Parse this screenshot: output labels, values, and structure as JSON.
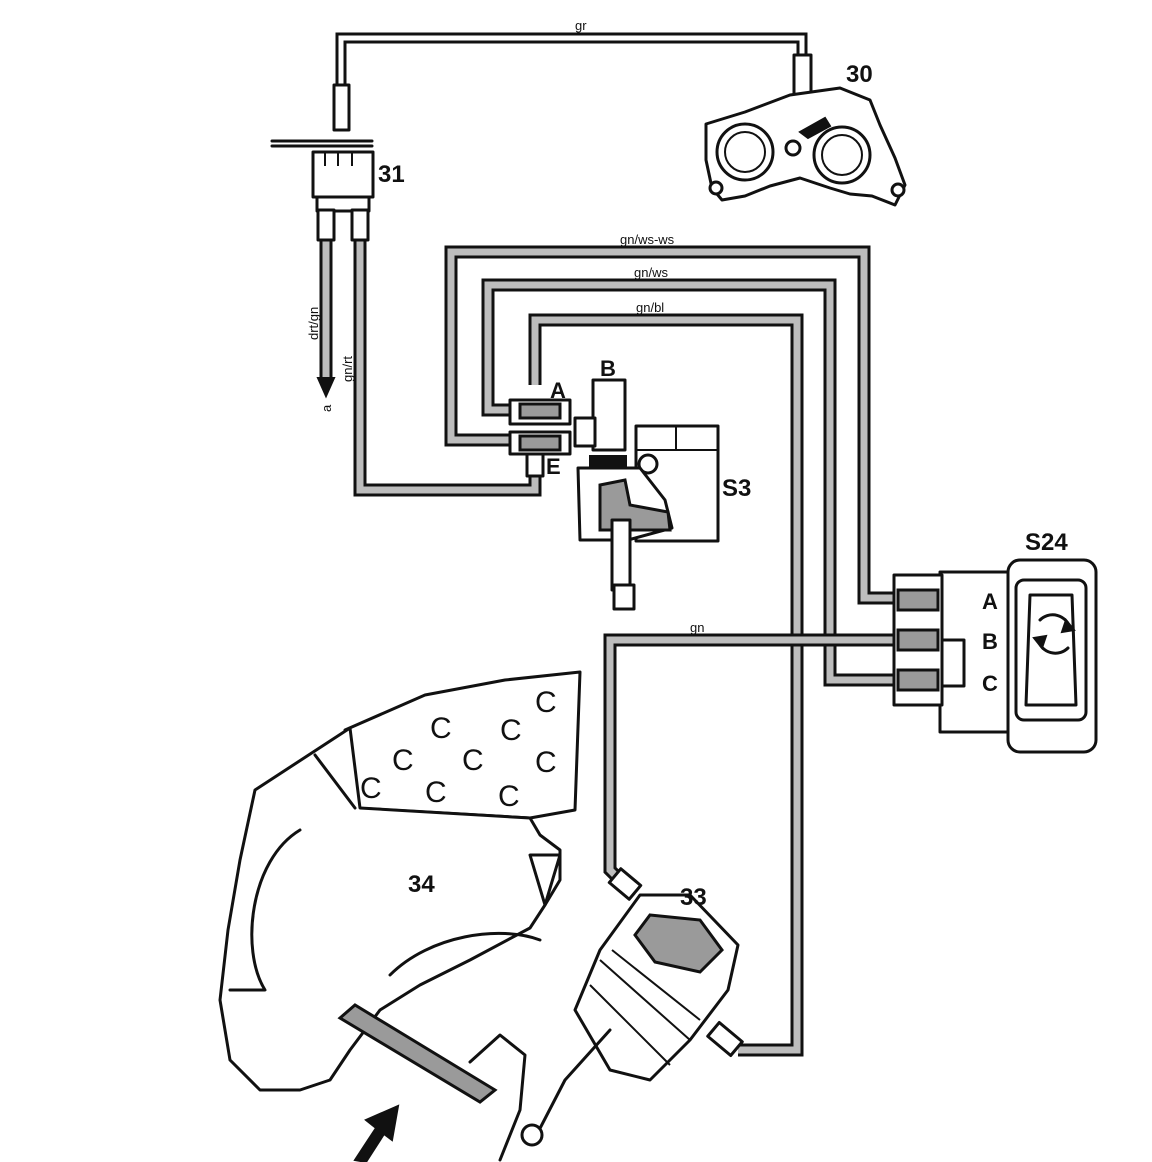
{
  "callouts": {
    "c30": "30",
    "c31": "31",
    "s3": "S3",
    "s24": "S24",
    "c33": "33",
    "c34": "34"
  },
  "port_labels": {
    "a": "A",
    "b": "B",
    "e": "E"
  },
  "switch_pins": {
    "a": "A",
    "b": "B",
    "c": "C"
  },
  "wire_labels": {
    "gr": "gr",
    "gn_ws_ws": "gn/ws-ws",
    "gn_ws": "gn/ws",
    "gn_bl": "gn/bl",
    "gn": "gn",
    "drt_gn": "drt/gn",
    "gn_rt": "gn/rt"
  },
  "pipe_marker": "a",
  "filter_mark": "C",
  "colors": {
    "ink": "#111111",
    "hose_fill": "#bdbdbd",
    "paper": "#ffffff"
  }
}
